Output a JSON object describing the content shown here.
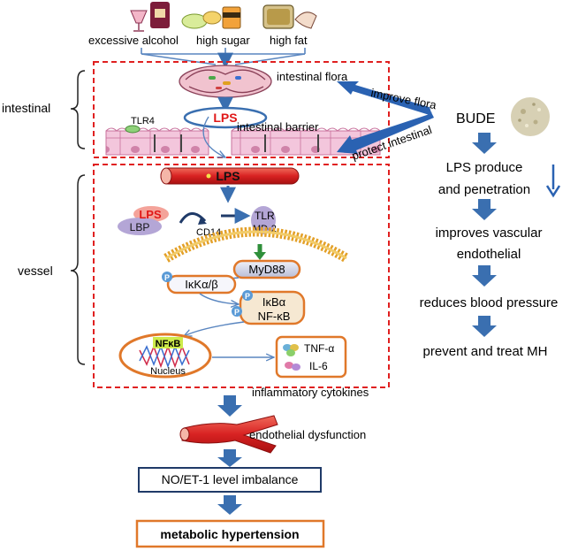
{
  "diet": {
    "alcohol": "excessive  alcohol",
    "sugar": "high sugar",
    "fat": "high fat"
  },
  "regions": {
    "intestinal": "intestinal",
    "vessel": "vessel"
  },
  "intestine": {
    "flora": "intestinal flora",
    "lps": "LPS",
    "tlr4": "TLR4",
    "barrier": "intestinal barrier"
  },
  "vessel": {
    "lps": "LPS",
    "lbp_lps": "LPS",
    "lbp": "LBP",
    "cd14": "CD14",
    "tlr": "TLR",
    "md2": "MD-2",
    "myd88": "MyD88",
    "ikk": "IκKα/β",
    "ikb": "IκBα",
    "nfkb": "NF-κB",
    "phos": "P",
    "nucleus_nfkb": "NFκB",
    "nucleus": "Nucleus",
    "tnf": "TNF-α",
    "il6": "IL-6"
  },
  "bude": {
    "label": "BUDE",
    "improve_flora": "improve flora",
    "protect_intestinal": "protect intestinal",
    "steps": [
      "LPS produce",
      "and penetration",
      "improves vascular",
      "endothelial",
      "reduces blood pressure",
      "prevent and treat MH"
    ]
  },
  "outcome": {
    "cytokines": "inflammatory cytokines",
    "dysfunction": "endothelial dysfunction",
    "imbalance": "NO/ET-1 level imbalance",
    "final": "metabolic hypertension"
  },
  "colors": {
    "arrow_blue": "#3a6fb0",
    "dash_red": "#e02020",
    "orange": "#e0782a",
    "lps_red": "#e01818",
    "navy": "#1f3a68"
  }
}
